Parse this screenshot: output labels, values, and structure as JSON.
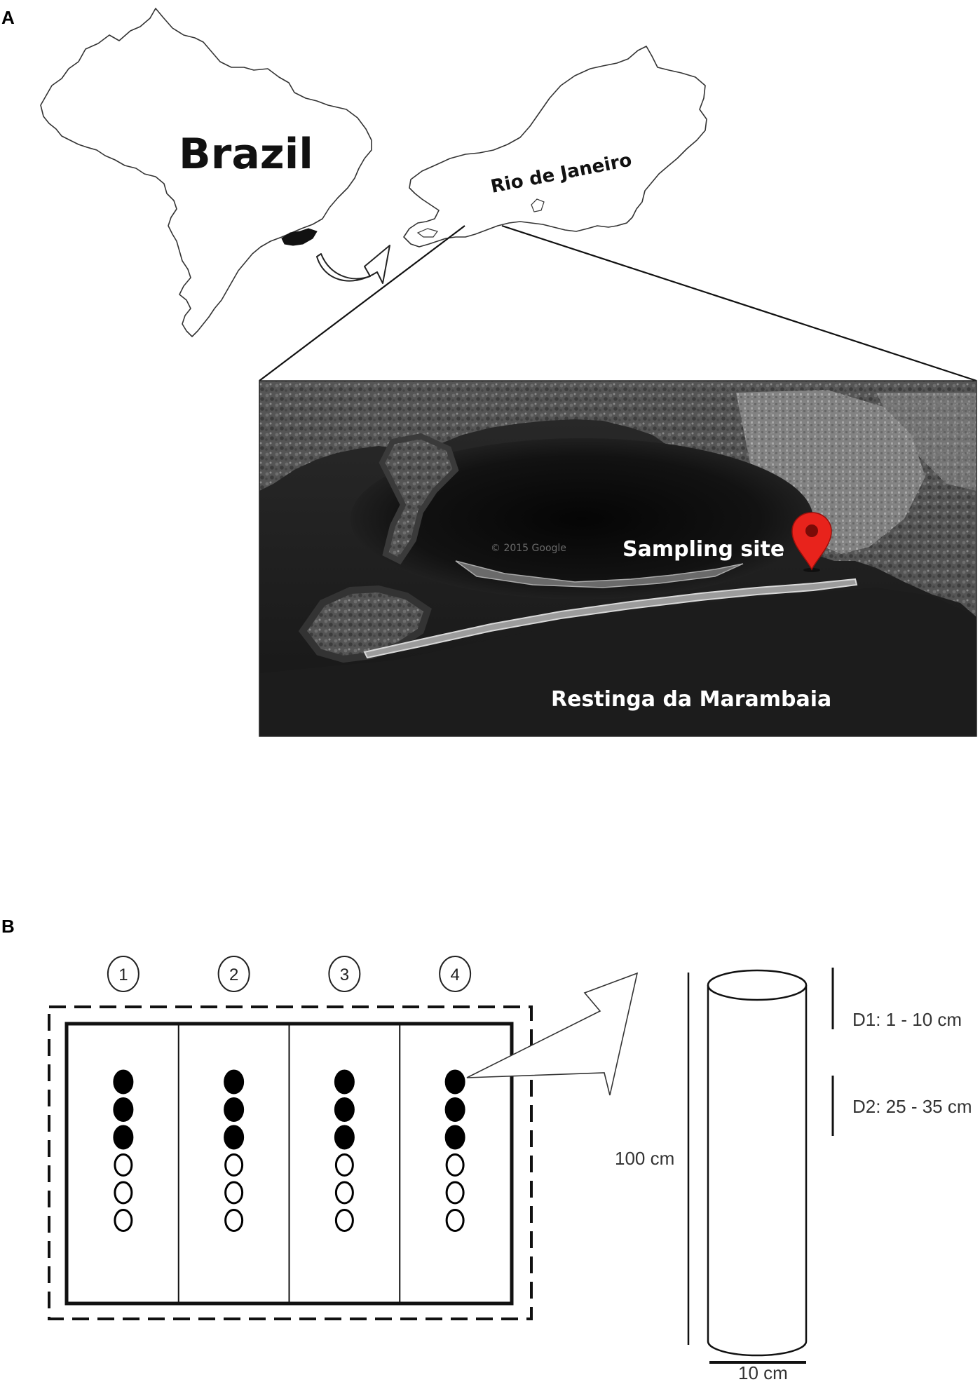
{
  "panel_a": {
    "letter": "A",
    "country_label": "Brazil",
    "state_label": "Rio de Janeiro",
    "sampling_label": "Sampling site",
    "area_label": "Restinga da Marambaia",
    "watermark": "© 2015 Google",
    "marker_color": "#e8231c"
  },
  "panel_b": {
    "letter": "B",
    "plots": [
      {
        "number": "1",
        "filled_cores": 3,
        "open_cores": 3
      },
      {
        "number": "2",
        "filled_cores": 3,
        "open_cores": 3
      },
      {
        "number": "3",
        "filled_cores": 3,
        "open_cores": 3
      },
      {
        "number": "4",
        "filled_cores": 3,
        "open_cores": 3
      }
    ],
    "core_length_label": "100 cm",
    "core_diameter_label": "10 cm",
    "depth_layers": [
      {
        "label": "D1: 1 - 10 cm"
      },
      {
        "label": "D2: 25 - 35 cm"
      }
    ]
  }
}
